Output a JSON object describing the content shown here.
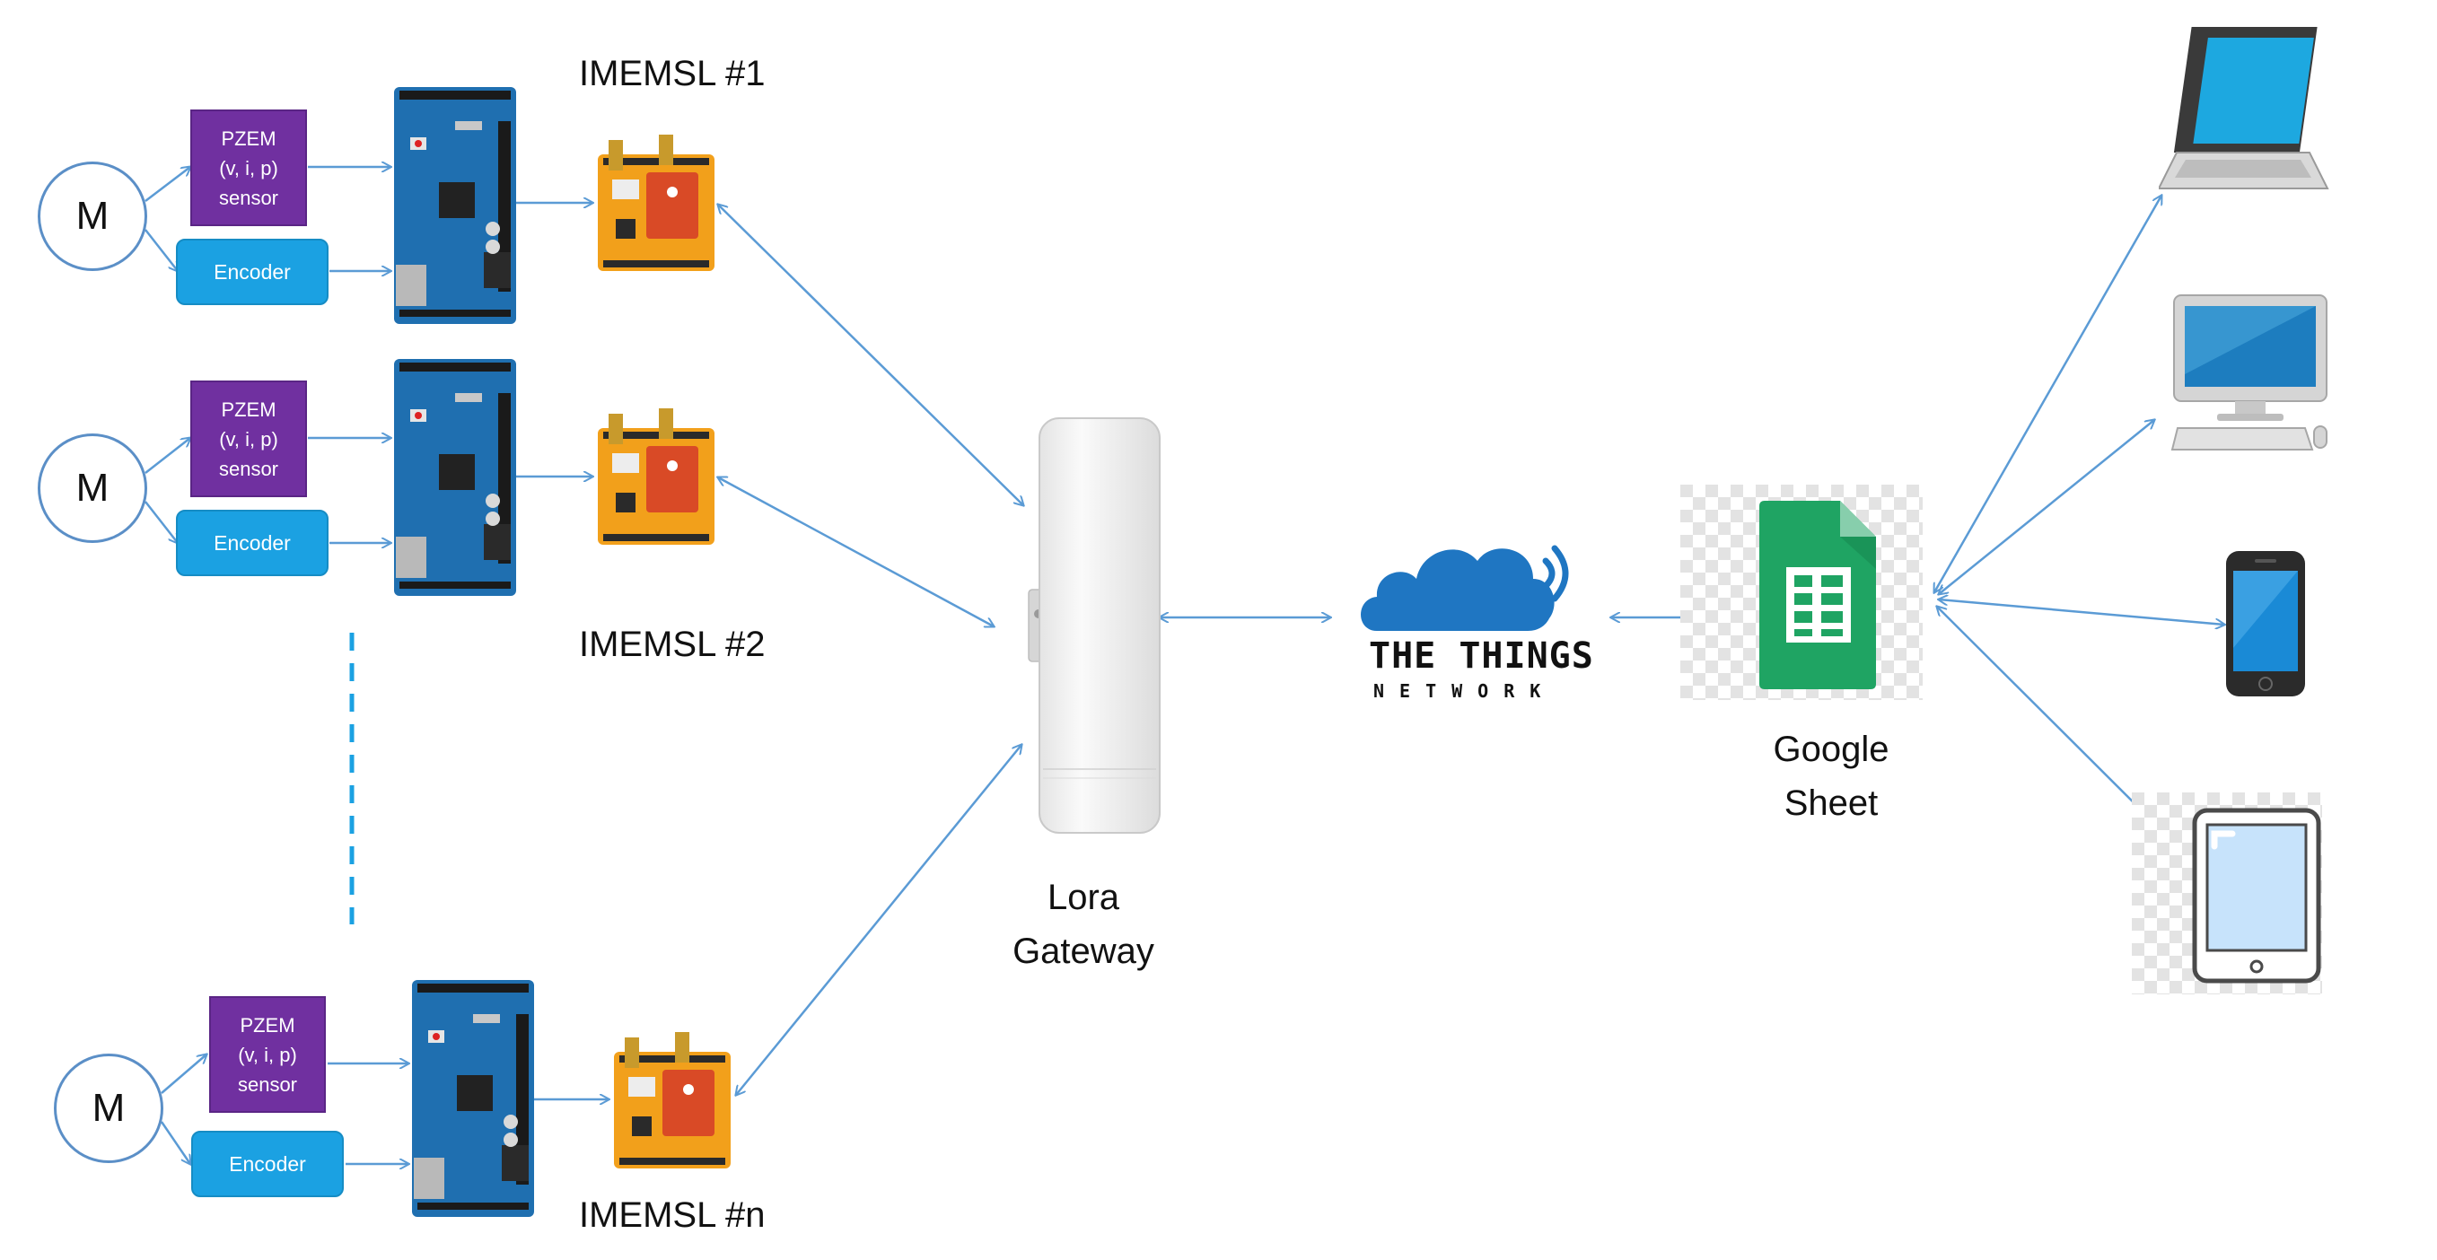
{
  "nodes": [
    {
      "label": "IMEMSL #1",
      "motor": "M",
      "sensor": {
        "line1": "PZEM",
        "line2": "(v, i, p)",
        "line3": "sensor"
      },
      "encoder": "Encoder"
    },
    {
      "label": "IMEMSL #2",
      "motor": "M",
      "sensor": {
        "line1": "PZEM",
        "line2": "(v, i, p)",
        "line3": "sensor"
      },
      "encoder": "Encoder"
    },
    {
      "label": "IMEMSL #n",
      "motor": "M",
      "sensor": {
        "line1": "PZEM",
        "line2": "(v, i, p)",
        "line3": "sensor"
      },
      "encoder": "Encoder"
    }
  ],
  "gateway": {
    "line1": "Lora",
    "line2": "Gateway"
  },
  "network": {
    "title": "THE THINGS",
    "subtitle": "NETWORK"
  },
  "sheet": {
    "line1": "Google",
    "line2": "Sheet"
  },
  "colors": {
    "arrow": "#5b9bd5",
    "sensor_fill": "#7030a0",
    "encoder_fill": "#1ba1e2",
    "arduino": "#1f6fb0",
    "lora_shield": "#f2a01b",
    "cloud": "#1f76c2",
    "sheets_green": "#1fa463"
  },
  "devices": [
    "laptop-icon",
    "desktop-icon",
    "smartphone-icon",
    "tablet-icon"
  ]
}
